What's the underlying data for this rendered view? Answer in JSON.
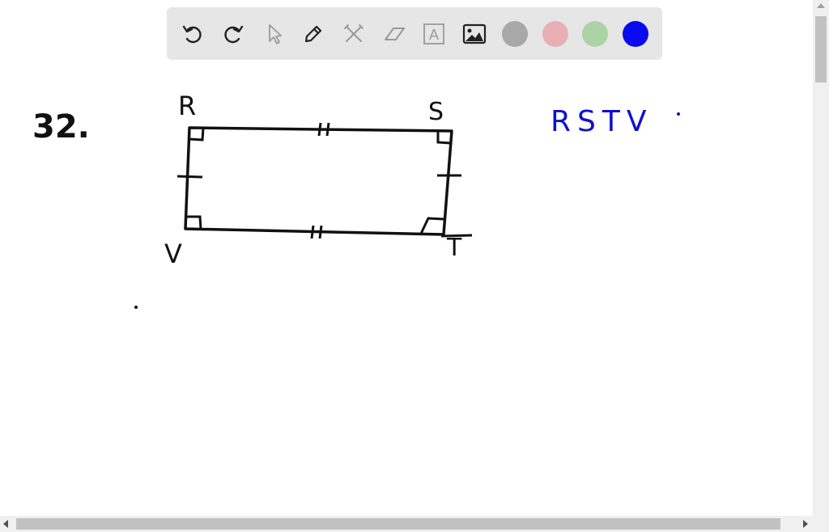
{
  "toolbar": {
    "tools": [
      {
        "name": "undo-icon"
      },
      {
        "name": "redo-icon"
      },
      {
        "name": "select-pointer-icon"
      },
      {
        "name": "pencil-icon"
      },
      {
        "name": "tools-icon"
      },
      {
        "name": "eraser-icon"
      },
      {
        "name": "text-icon",
        "glyph": "A"
      },
      {
        "name": "image-icon"
      }
    ],
    "colors": [
      {
        "name": "gray",
        "hex": "#a8a8a8"
      },
      {
        "name": "pink",
        "hex": "#e8b0b4"
      },
      {
        "name": "green",
        "hex": "#acd3a6"
      },
      {
        "name": "blue",
        "hex": "#0a0af0"
      }
    ]
  },
  "handwriting": {
    "problem_number": "32.",
    "vertex_r": "R",
    "vertex_s": "S",
    "vertex_t": "T",
    "vertex_v": "V",
    "shape_name": "RSTV",
    "shape_name_color": "#1010d0"
  }
}
